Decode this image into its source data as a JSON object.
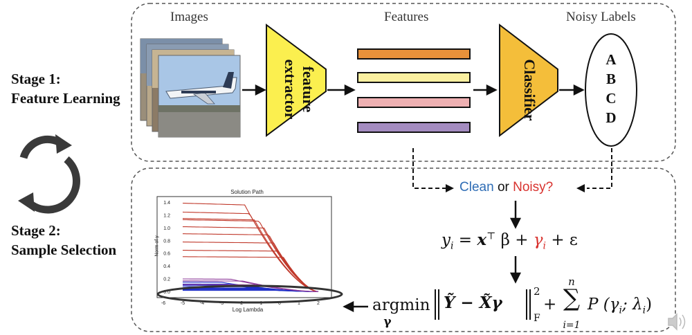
{
  "stages": {
    "stage1_title": "Stage 1:",
    "stage1_name": "Feature Learning",
    "stage2_title": "Stage 2:",
    "stage2_name": "Sample Selection"
  },
  "pipeline": {
    "images_label": "Images",
    "features_label": "Features",
    "noisy_labels_label": "Noisy Labels",
    "extractor_label": "feature extractor",
    "extractor_line1": "feature",
    "extractor_line2": "extractor",
    "classifier_label": "Classifier",
    "label_letters": [
      "A",
      "B",
      "C",
      "D"
    ],
    "feature_colors": [
      "#e8913a",
      "#fbf0a0",
      "#eeb0b2",
      "#a48cc0"
    ],
    "extractor_color": "#fbef4f",
    "classifier_color": "#f4be3a"
  },
  "selection": {
    "clean_word": "Clean",
    "or_word": "or",
    "noisy_word": "Noisy?",
    "clean_color": "#2f6db5",
    "noisy_color": "#d8322e",
    "equation1": {
      "lhs": "y",
      "sub_i": "i",
      "eq": " = ",
      "x": "x",
      "top": "⊤",
      "beta": " β + ",
      "gamma": "γ",
      "eps": " + ε"
    },
    "equation2": {
      "argmin": "argmin",
      "argmin_sub": "γ",
      "norm_body": "Ỹ − X̃γ",
      "sup2": "2",
      "subF": "F",
      "plus": "+",
      "sum": "∑",
      "sum_top": "n",
      "sum_bottom": "i=1",
      "penalty": "P (γ",
      "penalty_sub": "i",
      "penalty_rest": "; λ",
      "penalty_end": ")"
    }
  },
  "chart_data": {
    "type": "line",
    "title": "Solution Path",
    "xlabel": "Log Lambda",
    "ylabel": "Norm of γ",
    "xlim": [
      -6,
      2.5
    ],
    "ylim": [
      -0.05,
      1.45
    ],
    "xticks": [
      "-6",
      "-5",
      "-4",
      "-3",
      "-2",
      "-1",
      "0",
      "1",
      "2"
    ],
    "yticks": [
      "0.0",
      "0.2",
      "0.4",
      "0.6",
      "0.8",
      "1.0",
      "1.2",
      "1.4"
    ],
    "series_red_starts": [
      1.39,
      1.25,
      1.15,
      1.13,
      1.02,
      0.91,
      0.78,
      0.65,
      0.55
    ],
    "series_red_color": "#c0392b",
    "series_blue_starts": [
      0.15,
      0.12,
      0.1,
      0.08,
      0.06,
      0.05,
      0.04,
      0.03,
      0.02
    ],
    "series_blue_color": "#1f2fc8",
    "series_purple_starts": [
      0.2,
      0.17,
      0.11
    ],
    "series_purple_color": "#8e3a9a"
  }
}
